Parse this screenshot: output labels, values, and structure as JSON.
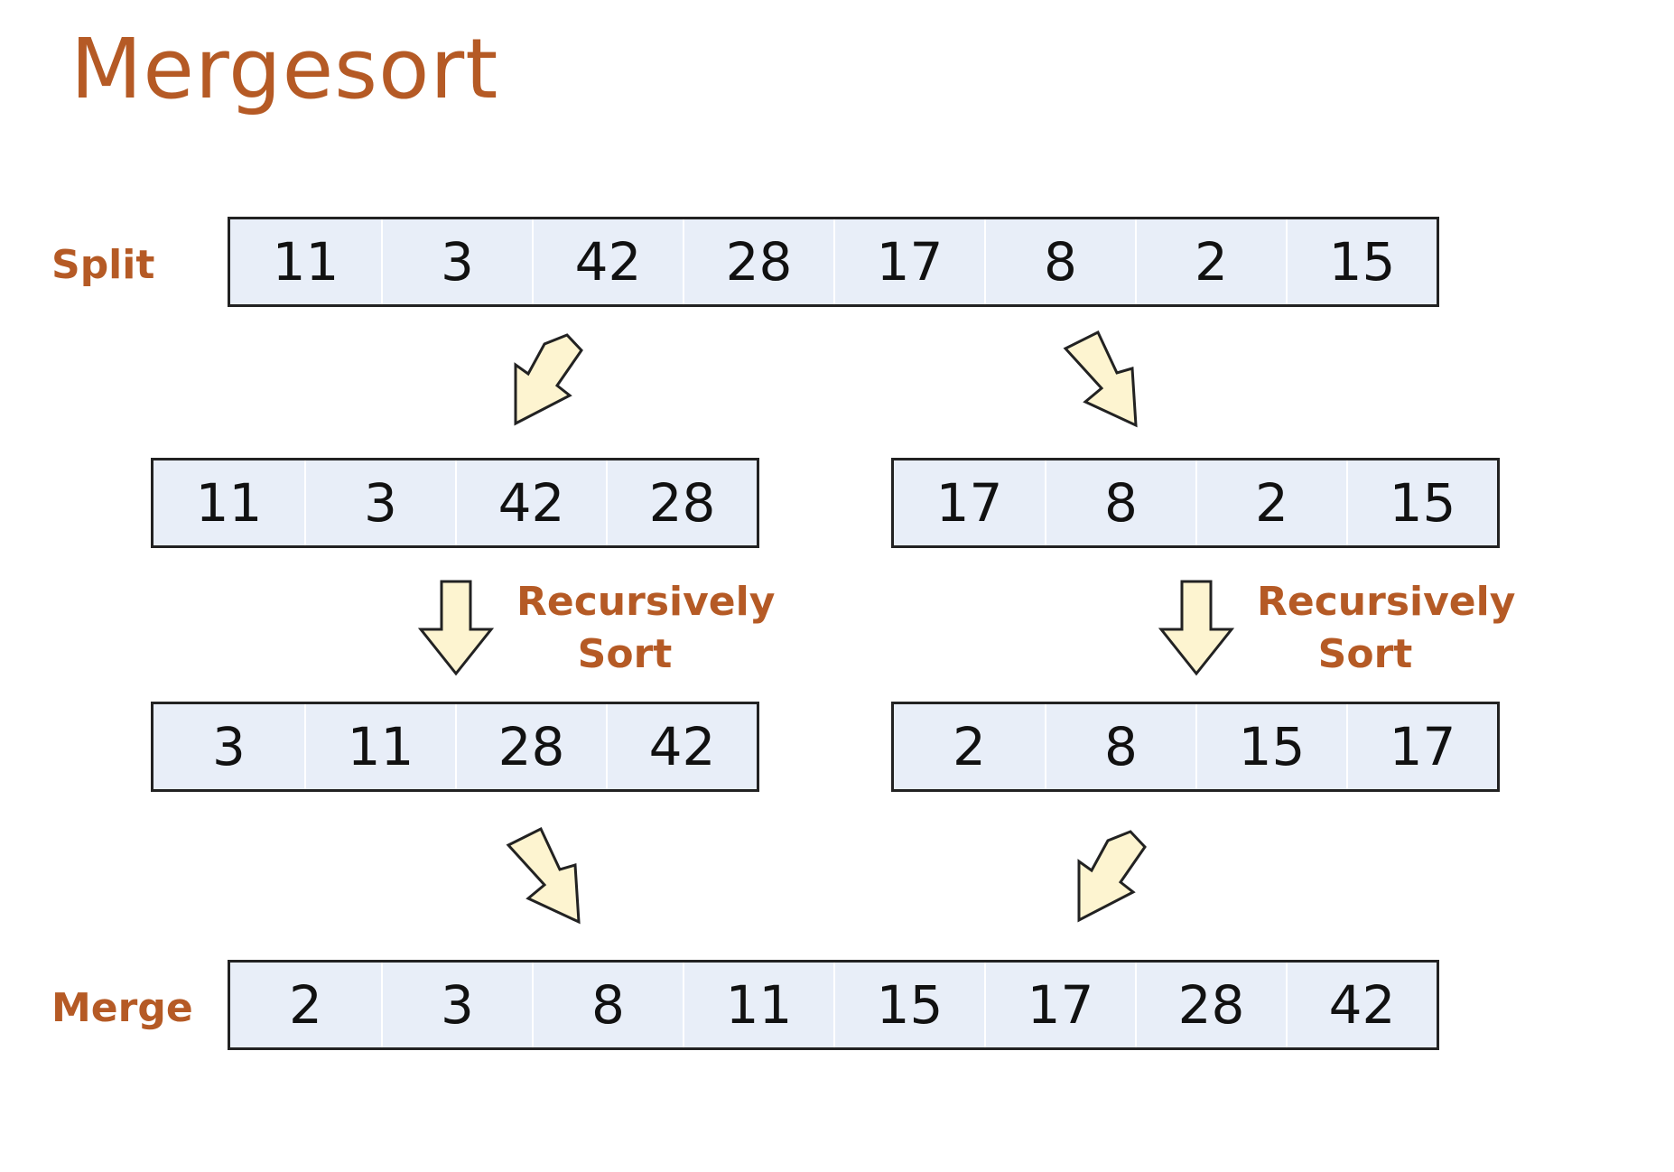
{
  "title": "Mergesort",
  "labels": {
    "split": "Split",
    "merge": "Merge",
    "recursively_left": "Recursively",
    "sort_left": "Sort",
    "recursively_right": "Recursively",
    "sort_right": "Sort"
  },
  "arrays": {
    "input": [
      "11",
      "3",
      "42",
      "28",
      "17",
      "8",
      "2",
      "15"
    ],
    "left_half": [
      "11",
      "3",
      "42",
      "28"
    ],
    "right_half": [
      "17",
      "8",
      "2",
      "15"
    ],
    "left_sorted": [
      "3",
      "11",
      "28",
      "42"
    ],
    "right_sorted": [
      "2",
      "8",
      "15",
      "17"
    ],
    "merged": [
      "2",
      "3",
      "8",
      "11",
      "15",
      "17",
      "28",
      "42"
    ]
  },
  "colors": {
    "accent": "#b55a25",
    "cell_fill": "#e8eef8",
    "arrow_fill": "#fdf4d0",
    "outline": "#222222"
  },
  "icons": [
    "arrow-down-left-icon",
    "arrow-down-right-icon",
    "arrow-down-icon"
  ]
}
